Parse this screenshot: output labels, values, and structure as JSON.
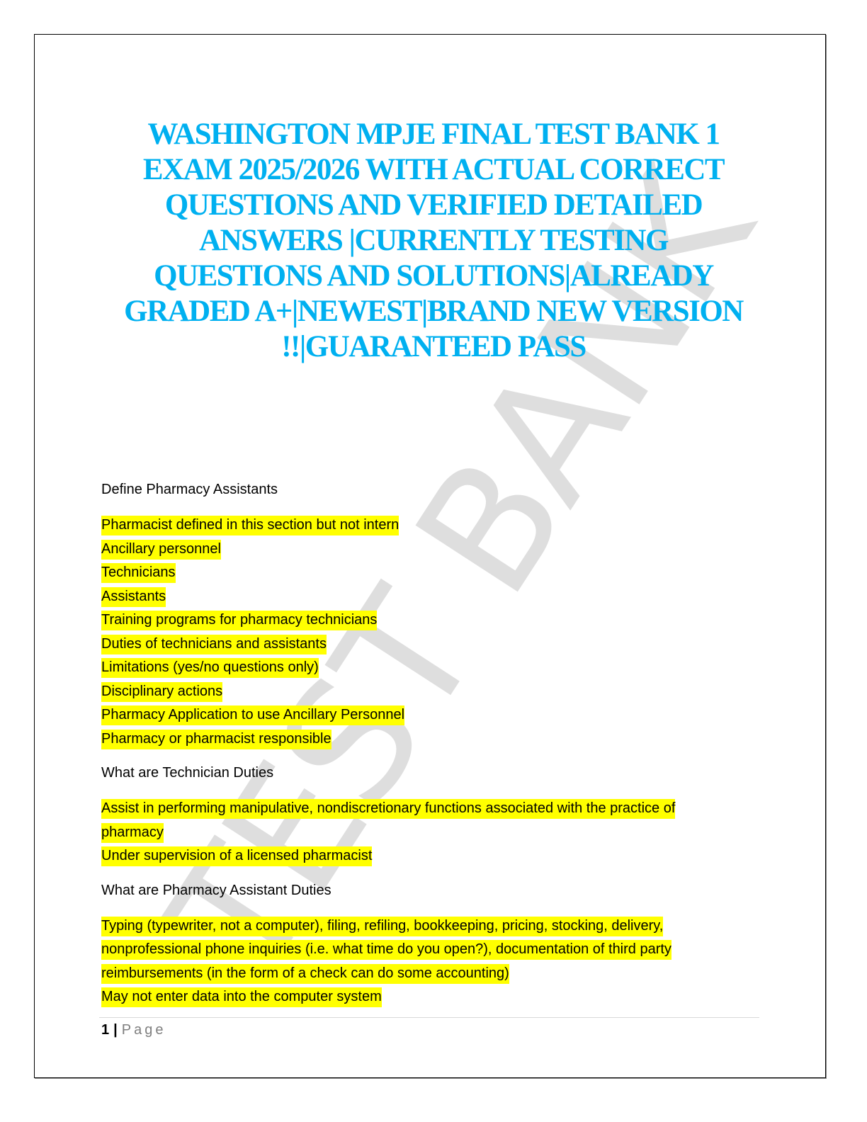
{
  "document": {
    "title_lines": [
      "WASHINGTON MPJE FINAL TEST BANK 1",
      "EXAM 2025/2026 WITH ACTUAL CORRECT",
      "QUESTIONS AND VERIFIED DETAILED",
      "ANSWERS |CURRENTLY TESTING",
      "QUESTIONS AND SOLUTIONS|ALREADY",
      "GRADED A+|NEWEST|BRAND NEW VERSION",
      "!!|GUARANTEED PASS"
    ],
    "title_color": "#00b0f0",
    "watermark": "TEST BANK",
    "watermark_color": "#dedede",
    "highlight_color": "#ffff00"
  },
  "sections": [
    {
      "question": "Define Pharmacy Assistants",
      "answers": [
        "Pharmacist defined in this section but not intern",
        "Ancillary personnel",
        "Technicians",
        "Assistants",
        "Training programs for pharmacy technicians",
        "Duties of technicians and assistants",
        "Limitations (yes/no questions only)",
        "Disciplinary actions",
        "Pharmacy Application to use Ancillary Personnel",
        "Pharmacy or pharmacist responsible"
      ]
    },
    {
      "question": "What are Technician Duties",
      "answers": [
        "Assist in performing manipulative, nondiscretionary functions associated with the practice of",
        "pharmacy",
        "Under supervision of a licensed pharmacist"
      ]
    },
    {
      "question": "What are Pharmacy Assistant Duties",
      "answers": [
        "Typing (typewriter, not a computer), filing, refiling, bookkeeping, pricing, stocking, delivery,",
        "nonprofessional phone inquiries (i.e. what time do you open?), documentation of third party",
        "reimbursements (in the form of a check can do some accounting)",
        "May not enter data into the computer system"
      ]
    }
  ],
  "footer": {
    "page_number": "1",
    "separator": "|",
    "page_label": "Page"
  }
}
